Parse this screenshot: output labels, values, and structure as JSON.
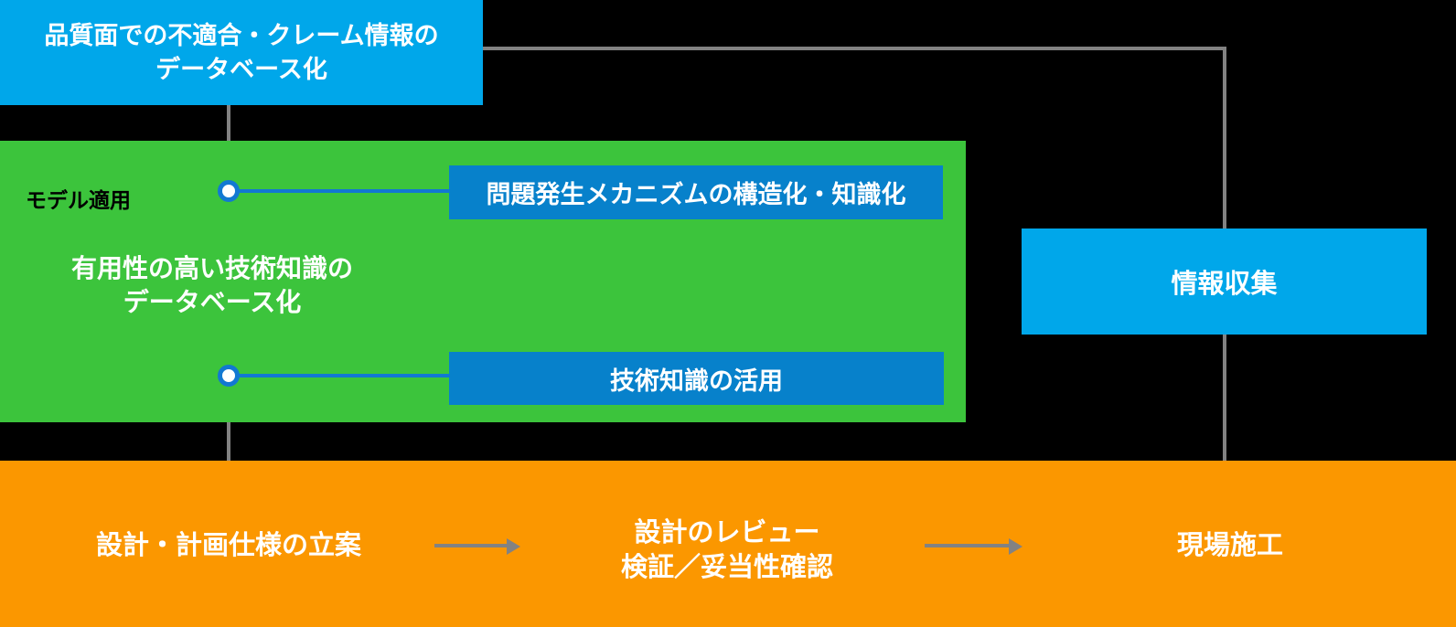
{
  "colors": {
    "background": "#000000",
    "cyan": "#00A7EA",
    "green": "#3CC43C",
    "blue": "#0781CB",
    "orange": "#FB9700",
    "gray": "#828282",
    "node_blue": "#1278D2",
    "text_on_box": "#FFFFFF",
    "text_model_label": "#000000"
  },
  "nodes": {
    "quality_db": {
      "line1": "品質面での不適合・クレーム情報の",
      "line2": "データベース化"
    },
    "model_label": "モデル適用",
    "useful_db": {
      "line1": "有用性の高い技術知識の",
      "line2": "データベース化"
    },
    "mechanism_box": "問題発生メカニズムの構造化・知識化",
    "knowledge_use_box": "技術知識の活用",
    "info_collection_box": "情報収集"
  },
  "process_flow": {
    "step1": "設計・計画仕様の立案",
    "step2": {
      "line1": "設計のレビュー",
      "line2": "検証／妥当性確認"
    },
    "step3": "現場施工"
  }
}
